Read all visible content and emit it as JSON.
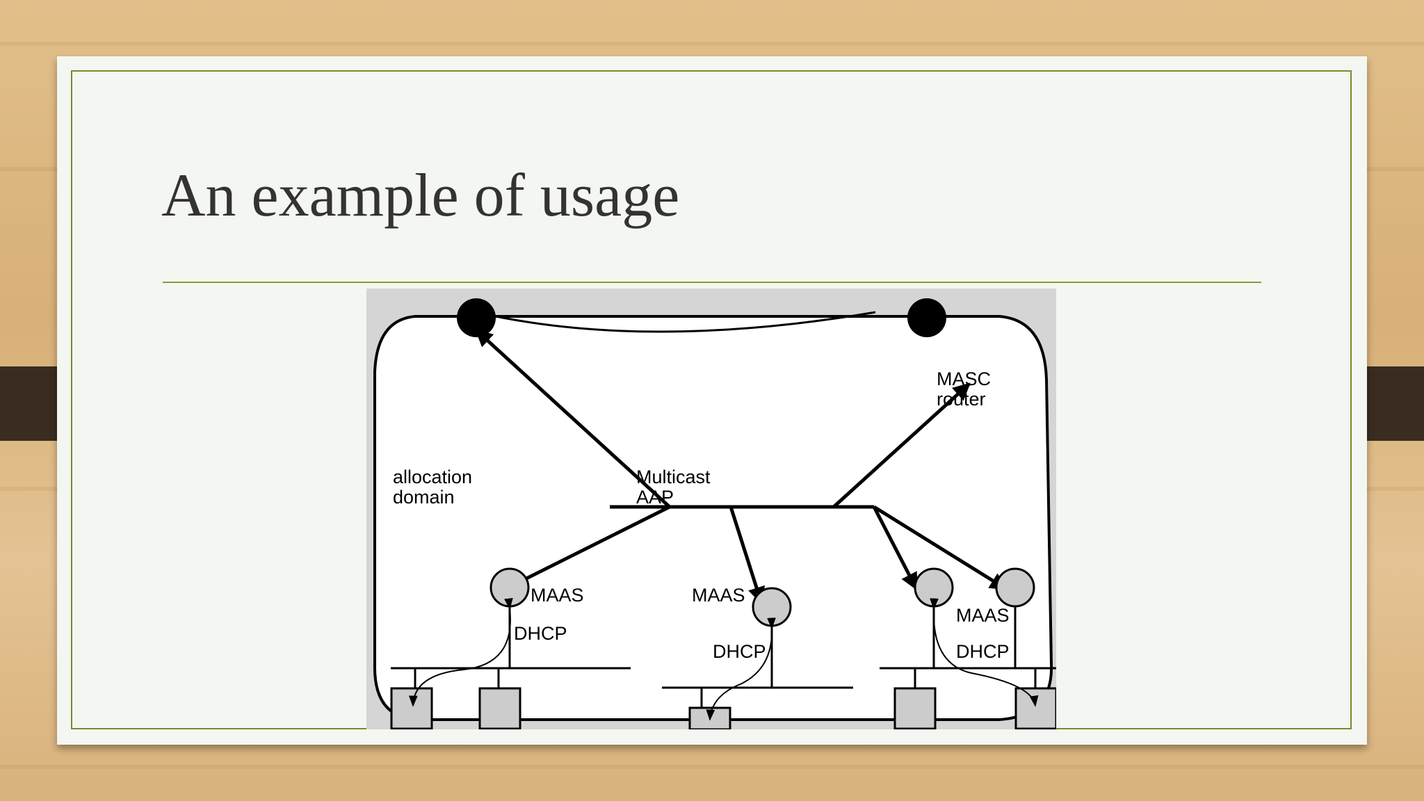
{
  "slide": {
    "title": "An example of usage"
  },
  "diagram": {
    "labels": {
      "allocation_domain_line1": "allocation",
      "allocation_domain_line2": "domain",
      "multicast_line1": "Multicast",
      "multicast_line2": "AAP",
      "masc_line1": "MASC",
      "masc_line2": "router",
      "maas_left": "MAAS",
      "maas_middle": "MAAS",
      "maas_right": "MAAS",
      "dhcp_left": "DHCP",
      "dhcp_middle": "DHCP",
      "dhcp_right": "DHCP"
    }
  },
  "colors": {
    "slide_background": "#f4f6f2",
    "frame_accent": "#7a8a2a",
    "title_text": "#333333",
    "wood_background": "#deb883",
    "clip": "#3b2c22"
  }
}
